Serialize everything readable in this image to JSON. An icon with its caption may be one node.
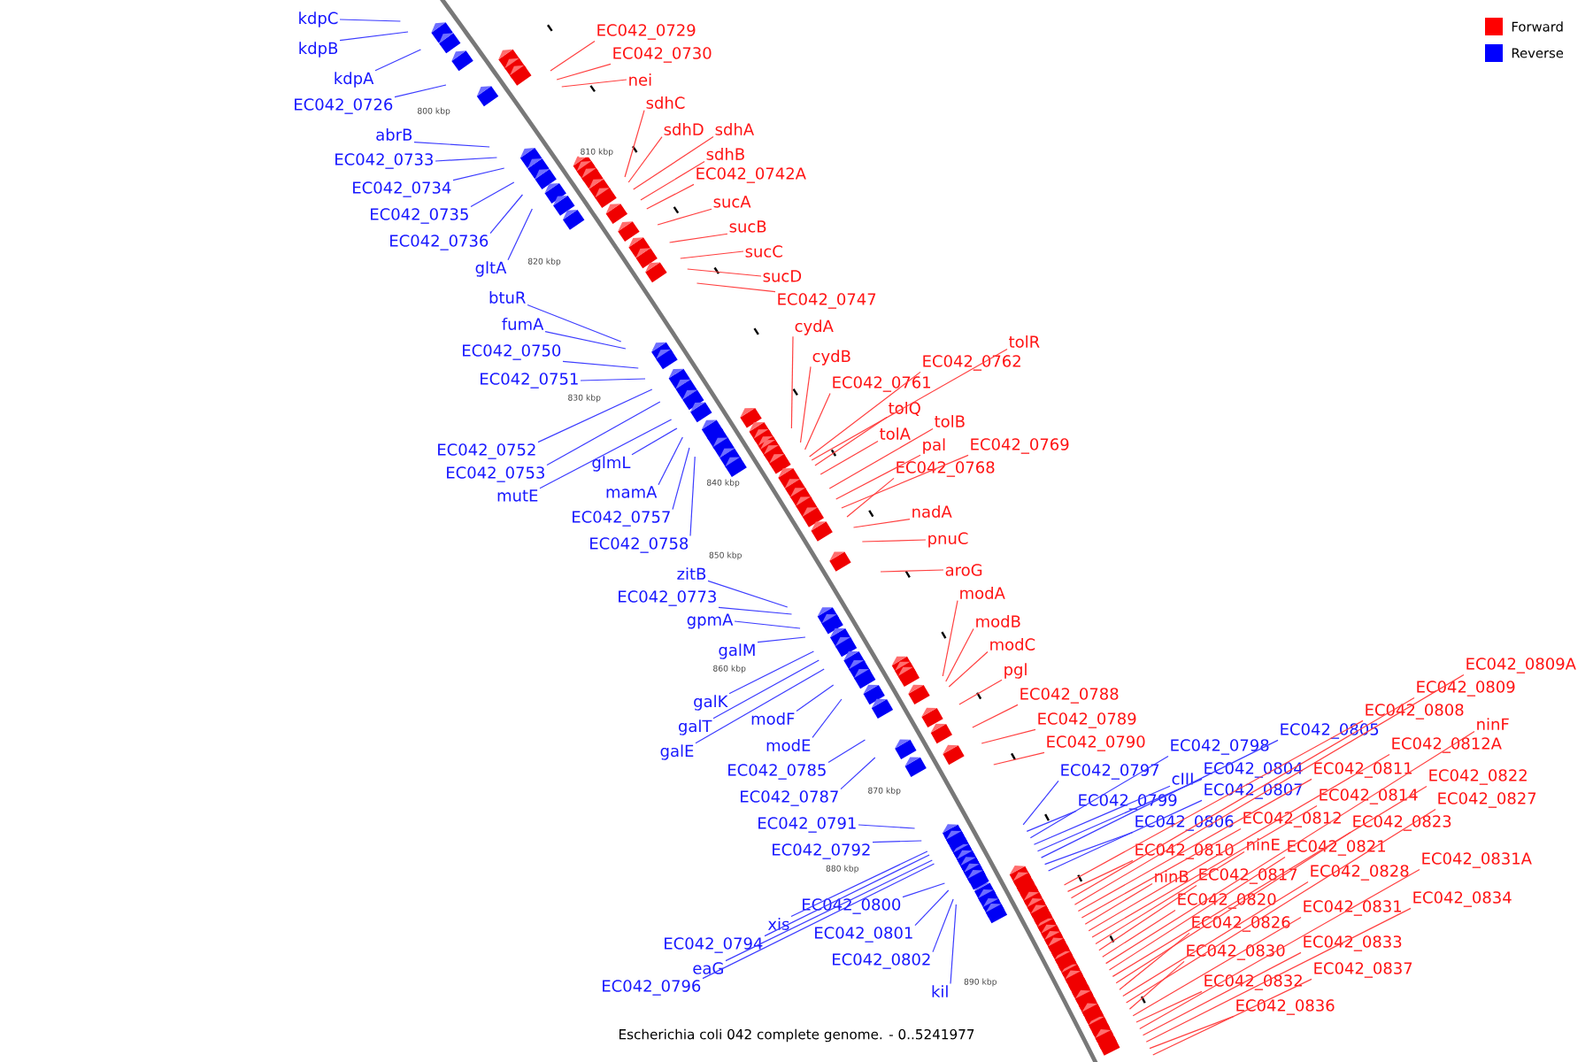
{
  "diagram": {
    "caption": "Escherichia coli 042 complete genome. - 0..5241977",
    "nodes": [
      {
        "text": [
          "kdpC"
        ]
      },
      {
        "text": [
          "kdpB"
        ]
      },
      {
        "text": [
          "kdpA"
        ]
      },
      {
        "text": [
          "EC042_0726"
        ]
      },
      {
        "text": [
          "abrB"
        ]
      },
      {
        "text": [
          "EC042_0733"
        ]
      },
      {
        "text": [
          "EC042_0734"
        ]
      },
      {
        "text": [
          "EC042_0735"
        ]
      },
      {
        "text": [
          "EC042_0736"
        ]
      },
      {
        "text": [
          "gltA"
        ]
      },
      {
        "text": [
          "btuR"
        ]
      },
      {
        "text": [
          "fumA"
        ]
      },
      {
        "text": [
          "EC042_0750"
        ]
      },
      {
        "text": [
          "EC042_0751"
        ]
      },
      {
        "text": [
          "EC042_0752"
        ]
      },
      {
        "text": [
          "EC042_0753"
        ]
      },
      {
        "text": [
          "glmL"
        ]
      },
      {
        "text": [
          "mutE"
        ]
      },
      {
        "text": [
          "mamA"
        ]
      },
      {
        "text": [
          "EC042_0757"
        ]
      },
      {
        "text": [
          "EC042_0758"
        ]
      },
      {
        "text": [
          "zitB"
        ]
      },
      {
        "text": [
          "EC042_0773"
        ]
      },
      {
        "text": [
          "gpmA"
        ]
      },
      {
        "text": [
          "galM"
        ]
      },
      {
        "text": [
          "galK"
        ]
      },
      {
        "text": [
          "galT"
        ]
      },
      {
        "text": [
          "galE"
        ]
      },
      {
        "text": [
          "modF"
        ]
      },
      {
        "text": [
          "modE"
        ]
      },
      {
        "text": [
          "EC042_0785"
        ]
      },
      {
        "text": [
          "EC042_0787"
        ]
      },
      {
        "text": [
          "EC042_0791"
        ]
      },
      {
        "text": [
          "EC042_0792"
        ]
      },
      {
        "text": [
          "EC042_0794"
        ]
      },
      {
        "text": [
          "xis"
        ]
      },
      {
        "text": [
          "eaG"
        ]
      },
      {
        "text": [
          "EC042_0796"
        ]
      },
      {
        "text": [
          "EC042_0800"
        ]
      },
      {
        "text": [
          "EC042_0801"
        ]
      },
      {
        "text": [
          "EC042_0802"
        ]
      },
      {
        "text": [
          "kil"
        ]
      },
      {
        "text": [
          "EC042_0729"
        ]
      },
      {
        "text": [
          "EC042_0730"
        ]
      },
      {
        "text": [
          "nei"
        ]
      },
      {
        "text": [
          "sdhC"
        ]
      },
      {
        "text": [
          "sdhD"
        ]
      },
      {
        "text": [
          "sdhA"
        ]
      },
      {
        "text": [
          "sdhB"
        ]
      },
      {
        "text": [
          "EC042_0742A"
        ]
      },
      {
        "text": [
          "sucA"
        ]
      },
      {
        "text": [
          "sucB"
        ]
      },
      {
        "text": [
          "sucC"
        ]
      },
      {
        "text": [
          "sucD"
        ]
      },
      {
        "text": [
          "EC042_0747"
        ]
      },
      {
        "text": [
          "cydA"
        ]
      },
      {
        "text": [
          "cydB"
        ]
      },
      {
        "text": [
          "EC042_0761"
        ]
      },
      {
        "text": [
          "EC042_0762"
        ]
      },
      {
        "text": [
          "tolR"
        ]
      },
      {
        "text": [
          "tolQ"
        ]
      },
      {
        "text": [
          "tolA"
        ]
      },
      {
        "text": [
          "tolB"
        ]
      },
      {
        "text": [
          "pal"
        ]
      },
      {
        "text": [
          "EC042_0769"
        ]
      },
      {
        "text": [
          "EC042_0768"
        ]
      },
      {
        "text": [
          "nadA"
        ]
      },
      {
        "text": [
          "pnuC"
        ]
      },
      {
        "text": [
          "aroG"
        ]
      },
      {
        "text": [
          "modA"
        ]
      },
      {
        "text": [
          "modB"
        ]
      },
      {
        "text": [
          "modC"
        ]
      },
      {
        "text": [
          "pgl"
        ]
      },
      {
        "text": [
          "EC042_0788"
        ]
      },
      {
        "text": [
          "EC042_0789"
        ]
      },
      {
        "text": [
          "EC042_0790"
        ]
      },
      {
        "text": [
          "EC042_0798"
        ]
      },
      {
        "text": [
          "EC042_0797"
        ]
      },
      {
        "text": [
          "cIII"
        ]
      },
      {
        "text": [
          "EC042_0799"
        ]
      },
      {
        "text": [
          "EC042_0804"
        ]
      },
      {
        "text": [
          "EC042_0805"
        ]
      },
      {
        "text": [
          "EC042_0806"
        ]
      },
      {
        "text": [
          "EC042_0807"
        ]
      },
      {
        "text": [
          "EC042_0809A"
        ]
      },
      {
        "text": [
          "EC042_0809"
        ]
      },
      {
        "text": [
          "EC042_0808"
        ]
      },
      {
        "text": [
          "ninF"
        ]
      },
      {
        "text": [
          "EC042_0812A"
        ]
      },
      {
        "text": [
          "EC042_0811"
        ]
      },
      {
        "text": [
          "EC042_0822"
        ]
      },
      {
        "text": [
          "EC042_0814"
        ]
      },
      {
        "text": [
          "EC042_0827"
        ]
      },
      {
        "text": [
          "EC042_0812"
        ]
      },
      {
        "text": [
          "EC042_0823"
        ]
      },
      {
        "text": [
          "EC042_0810"
        ]
      },
      {
        "text": [
          "ninE"
        ]
      },
      {
        "text": [
          "EC042_0821"
        ]
      },
      {
        "text": [
          "EC042_0831A"
        ]
      },
      {
        "text": [
          "ninB"
        ]
      },
      {
        "text": [
          "EC042_0817"
        ]
      },
      {
        "text": [
          "EC042_0828"
        ]
      },
      {
        "text": [
          "EC042_0834"
        ]
      },
      {
        "text": [
          "EC042_0820"
        ]
      },
      {
        "text": [
          "EC042_0831"
        ]
      },
      {
        "text": [
          "EC042_0826"
        ]
      },
      {
        "text": [
          "EC042_0833"
        ]
      },
      {
        "text": [
          "EC042_0830"
        ]
      },
      {
        "text": [
          "EC042_0837"
        ]
      },
      {
        "text": [
          "EC042_0832"
        ]
      },
      {
        "text": [
          "EC042_0836"
        ]
      }
    ],
    "edges": [
      {
        "from": 0,
        "to": null,
        "arrow": "none",
        "color": "#3c3cff"
      },
      {
        "from": 1,
        "to": null,
        "arrow": "none",
        "color": "#3c3cff"
      },
      {
        "from": 2,
        "to": null,
        "arrow": "none",
        "color": "#3c3cff"
      },
      {
        "from": 3,
        "to": null,
        "arrow": "none",
        "color": "#3c3cff"
      },
      {
        "from": 4,
        "to": null,
        "arrow": "none",
        "color": "#3c3cff"
      },
      {
        "from": 5,
        "to": null,
        "arrow": "none",
        "color": "#3c3cff"
      },
      {
        "from": 6,
        "to": null,
        "arrow": "none",
        "color": "#3c3cff"
      },
      {
        "from": 7,
        "to": null,
        "arrow": "none",
        "color": "#3c3cff"
      },
      {
        "from": 8,
        "to": null,
        "arrow": "none",
        "color": "#3c3cff"
      },
      {
        "from": 9,
        "to": null,
        "arrow": "none",
        "color": "#3c3cff"
      },
      {
        "from": 10,
        "to": null,
        "arrow": "none",
        "color": "#3c3cff"
      },
      {
        "from": 11,
        "to": null,
        "arrow": "none",
        "color": "#3c3cff"
      },
      {
        "from": 12,
        "to": null,
        "arrow": "none",
        "color": "#3c3cff"
      },
      {
        "from": 13,
        "to": null,
        "arrow": "none",
        "color": "#3c3cff"
      },
      {
        "from": 14,
        "to": null,
        "arrow": "none",
        "color": "#3c3cff"
      },
      {
        "from": 15,
        "to": null,
        "arrow": "none",
        "color": "#3c3cff"
      },
      {
        "from": 16,
        "to": null,
        "arrow": "none",
        "color": "#3c3cff"
      },
      {
        "from": 17,
        "to": null,
        "arrow": "none",
        "color": "#3c3cff"
      },
      {
        "from": 18,
        "to": null,
        "arrow": "none",
        "color": "#3c3cff"
      },
      {
        "from": 19,
        "to": null,
        "arrow": "none",
        "color": "#3c3cff"
      },
      {
        "from": 20,
        "to": null,
        "arrow": "none",
        "color": "#3c3cff"
      },
      {
        "from": 21,
        "to": null,
        "arrow": "none",
        "color": "#3c3cff"
      },
      {
        "from": 22,
        "to": null,
        "arrow": "none",
        "color": "#3c3cff"
      },
      {
        "from": 23,
        "to": null,
        "arrow": "none",
        "color": "#3c3cff"
      },
      {
        "from": 24,
        "to": null,
        "arrow": "none",
        "color": "#3c3cff"
      },
      {
        "from": 25,
        "to": null,
        "arrow": "none",
        "color": "#3c3cff"
      },
      {
        "from": 26,
        "to": null,
        "arrow": "none",
        "color": "#3c3cff"
      },
      {
        "from": 27,
        "to": null,
        "arrow": "none",
        "color": "#3c3cff"
      },
      {
        "from": 28,
        "to": null,
        "arrow": "none",
        "color": "#3c3cff"
      },
      {
        "from": 29,
        "to": null,
        "arrow": "none",
        "color": "#3c3cff"
      },
      {
        "from": 30,
        "to": null,
        "arrow": "none",
        "color": "#3c3cff"
      },
      {
        "from": 31,
        "to": null,
        "arrow": "none",
        "color": "#3c3cff"
      },
      {
        "from": 32,
        "to": null,
        "arrow": "none",
        "color": "#3c3cff"
      },
      {
        "from": 33,
        "to": null,
        "arrow": "none",
        "color": "#3c3cff"
      },
      {
        "from": 34,
        "to": null,
        "arrow": "none",
        "color": "#3c3cff"
      },
      {
        "from": 35,
        "to": null,
        "arrow": "none",
        "color": "#3c3cff"
      },
      {
        "from": 36,
        "to": null,
        "arrow": "none",
        "color": "#3c3cff"
      },
      {
        "from": 37,
        "to": null,
        "arrow": "none",
        "color": "#3c3cff"
      },
      {
        "from": 38,
        "to": null,
        "arrow": "none",
        "color": "#3c3cff"
      },
      {
        "from": 39,
        "to": null,
        "arrow": "none",
        "color": "#3c3cff"
      },
      {
        "from": 40,
        "to": null,
        "arrow": "none",
        "color": "#3c3cff"
      },
      {
        "from": 41,
        "to": null,
        "arrow": "none",
        "color": "#3c3cff"
      },
      {
        "from": 42,
        "to": null,
        "arrow": "none"
      },
      {
        "from": 43,
        "to": null,
        "arrow": "none"
      },
      {
        "from": 44,
        "to": null,
        "arrow": "none"
      },
      {
        "from": 45,
        "to": null,
        "arrow": "none"
      },
      {
        "from": 46,
        "to": null,
        "arrow": "none"
      },
      {
        "from": 47,
        "to": null,
        "arrow": "none"
      },
      {
        "from": 48,
        "to": null,
        "arrow": "none"
      },
      {
        "from": 49,
        "to": null,
        "arrow": "none"
      },
      {
        "from": 50,
        "to": null,
        "arrow": "none"
      },
      {
        "from": 51,
        "to": null,
        "arrow": "none"
      },
      {
        "from": 52,
        "to": null,
        "arrow": "none"
      },
      {
        "from": 53,
        "to": null,
        "arrow": "none"
      },
      {
        "from": 54,
        "to": null,
        "arrow": "none"
      },
      {
        "from": 55,
        "to": null,
        "arrow": "none"
      },
      {
        "from": 56,
        "to": null,
        "arrow": "none"
      },
      {
        "from": 57,
        "to": null,
        "arrow": "none"
      },
      {
        "from": 58,
        "to": null,
        "arrow": "none"
      },
      {
        "from": 59,
        "to": null,
        "arrow": "none"
      },
      {
        "from": 60,
        "to": null,
        "arrow": "none"
      },
      {
        "from": 61,
        "to": null,
        "arrow": "none"
      },
      {
        "from": 62,
        "to": null,
        "arrow": "none"
      },
      {
        "from": 63,
        "to": null,
        "arrow": "none"
      },
      {
        "from": 64,
        "to": null,
        "arrow": "none"
      },
      {
        "from": 65,
        "to": null,
        "arrow": "none"
      },
      {
        "from": 66,
        "to": null,
        "arrow": "none"
      },
      {
        "from": 67,
        "to": null,
        "arrow": "none"
      },
      {
        "from": 68,
        "to": null,
        "arrow": "none"
      },
      {
        "from": 69,
        "to": null,
        "arrow": "none"
      },
      {
        "from": 70,
        "to": null,
        "arrow": "none"
      },
      {
        "from": 71,
        "to": null,
        "arrow": "none"
      },
      {
        "from": 72,
        "to": null,
        "arrow": "none"
      },
      {
        "from": 73,
        "to": null,
        "arrow": "none"
      },
      {
        "from": 74,
        "to": null,
        "arrow": "none"
      },
      {
        "from": 75,
        "to": null,
        "arrow": "none"
      },
      {
        "from": 76,
        "to": null,
        "arrow": "none",
        "color": "#3c3cff"
      },
      {
        "from": 77,
        "to": null,
        "arrow": "none",
        "color": "#3c3cff"
      },
      {
        "from": 78,
        "to": null,
        "arrow": "none",
        "color": "#3c3cff"
      },
      {
        "from": 79,
        "to": null,
        "arrow": "none",
        "color": "#3c3cff"
      },
      {
        "from": 80,
        "to": null,
        "arrow": "none",
        "color": "#3c3cff"
      },
      {
        "from": 81,
        "to": null,
        "arrow": "none",
        "color": "#3c3cff"
      },
      {
        "from": 82,
        "to": null,
        "arrow": "none",
        "color": "#3c3cff"
      },
      {
        "from": 83,
        "to": null,
        "arrow": "none",
        "color": "#3c3cff"
      },
      {
        "from": 84,
        "to": null,
        "arrow": "none"
      },
      {
        "from": 85,
        "to": null,
        "arrow": "none"
      },
      {
        "from": 86,
        "to": null,
        "arrow": "none"
      },
      {
        "from": 87,
        "to": null,
        "arrow": "none"
      },
      {
        "from": 88,
        "to": null,
        "arrow": "none"
      },
      {
        "from": 89,
        "to": null,
        "arrow": "none"
      },
      {
        "from": 90,
        "to": null,
        "arrow": "none"
      },
      {
        "from": 91,
        "to": null,
        "arrow": "none"
      },
      {
        "from": 92,
        "to": null,
        "arrow": "none"
      },
      {
        "from": 93,
        "to": null,
        "arrow": "none"
      },
      {
        "from": 94,
        "to": null,
        "arrow": "none"
      },
      {
        "from": 95,
        "to": null,
        "arrow": "none"
      },
      {
        "from": 96,
        "to": null,
        "arrow": "none"
      },
      {
        "from": 97,
        "to": null,
        "arrow": "none"
      },
      {
        "from": 98,
        "to": null,
        "arrow": "none"
      },
      {
        "from": 99,
        "to": null,
        "arrow": "none"
      },
      {
        "from": 100,
        "to": null,
        "arrow": "none"
      },
      {
        "from": 101,
        "to": null,
        "arrow": "none"
      },
      {
        "from": 102,
        "to": null,
        "arrow": "none"
      },
      {
        "from": 103,
        "to": null,
        "arrow": "none"
      },
      {
        "from": 104,
        "to": null,
        "arrow": "none"
      },
      {
        "from": 105,
        "to": null,
        "arrow": "none"
      },
      {
        "from": 106,
        "to": null,
        "arrow": "none"
      },
      {
        "from": 107,
        "to": null,
        "arrow": "none"
      },
      {
        "from": 108,
        "to": null,
        "arrow": "none"
      },
      {
        "from": 109,
        "to": null,
        "arrow": "none"
      },
      {
        "from": 110,
        "to": null,
        "arrow": "none"
      }
    ],
    "labels": [
      "800 kbp",
      "810 kbp",
      "820 kbp",
      "830 kbp",
      "840 kbp",
      "850 kbp",
      "860 kbp",
      "870 kbp",
      "880 kbp",
      "890 kbp"
    ],
    "legend": [
      {
        "text": "Forward",
        "color": "#ff0000"
      },
      {
        "text": "Reverse",
        "color": "#0000ff"
      }
    ]
  }
}
